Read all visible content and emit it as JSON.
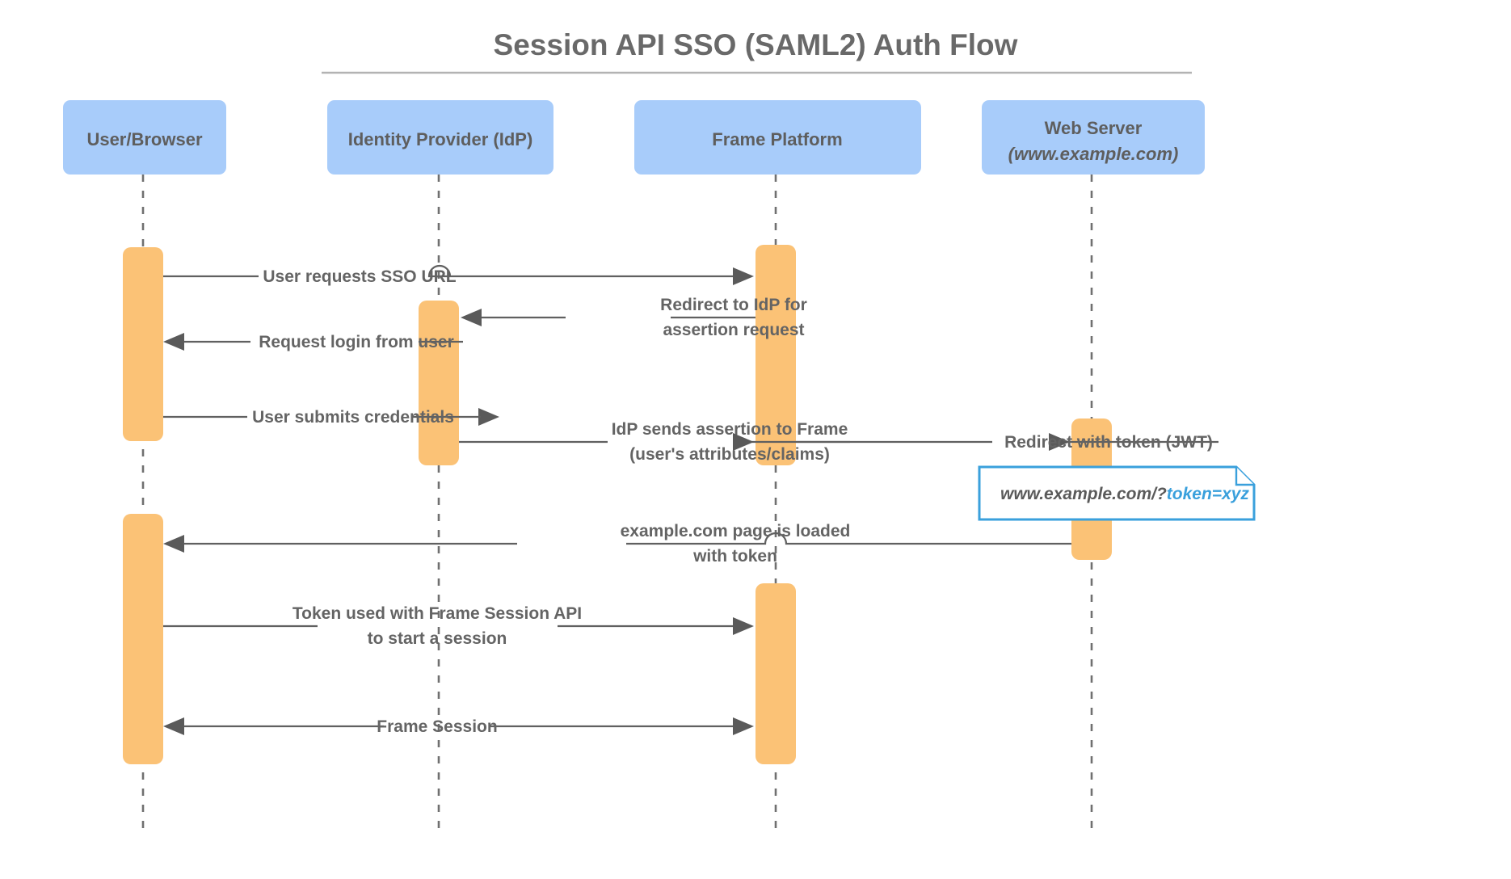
{
  "title": "Session API SSO (SAML2) Auth Flow",
  "participants": [
    {
      "id": "user",
      "name": "User/Browser",
      "sub": ""
    },
    {
      "id": "idp",
      "name": "Identity Provider (IdP)",
      "sub": ""
    },
    {
      "id": "frame",
      "name": "Frame Platform",
      "sub": ""
    },
    {
      "id": "web",
      "name": "Web Server",
      "sub": "(www.example.com)"
    }
  ],
  "messages": [
    {
      "id": "m1",
      "from": "user",
      "to": "frame",
      "direction": "right",
      "lines": [
        "User requests SSO URL"
      ]
    },
    {
      "id": "m2",
      "from": "frame",
      "to": "idp",
      "direction": "left",
      "lines": [
        "Redirect to IdP for",
        "assertion request"
      ]
    },
    {
      "id": "m3",
      "from": "idp",
      "to": "user",
      "direction": "left",
      "lines": [
        "Request login from user"
      ]
    },
    {
      "id": "m4",
      "from": "user",
      "to": "idp",
      "direction": "right",
      "lines": [
        "User submits credentials"
      ]
    },
    {
      "id": "m5",
      "from": "idp",
      "to": "frame",
      "direction": "right",
      "lines": [
        "IdP sends assertion to Frame",
        "(user's attributes/claims)"
      ]
    },
    {
      "id": "m6",
      "from": "frame",
      "to": "web",
      "direction": "right",
      "lines": [
        "Redirect with token (JWT)"
      ]
    },
    {
      "id": "m7",
      "from": "web",
      "to": "user",
      "direction": "left",
      "lines": [
        "example.com page is loaded",
        "with token"
      ]
    },
    {
      "id": "m8",
      "from": "user",
      "to": "frame",
      "direction": "right",
      "lines": [
        "Token used with Frame Session API",
        "to start a session"
      ]
    },
    {
      "id": "m9",
      "from": "frame",
      "to": "user",
      "direction": "both",
      "lines": [
        "Frame Session"
      ]
    }
  ],
  "note": {
    "plain_text": "www.example.com/?",
    "highlight_text": "token=xyz"
  },
  "colors": {
    "participant_fill": "#a8ccfa",
    "activation_fill": "#fbc276",
    "line": "#606060",
    "text": "#646464",
    "note_border": "#3aa0dc",
    "note_highlight": "#3aa0dc",
    "background": "#ffffff"
  }
}
